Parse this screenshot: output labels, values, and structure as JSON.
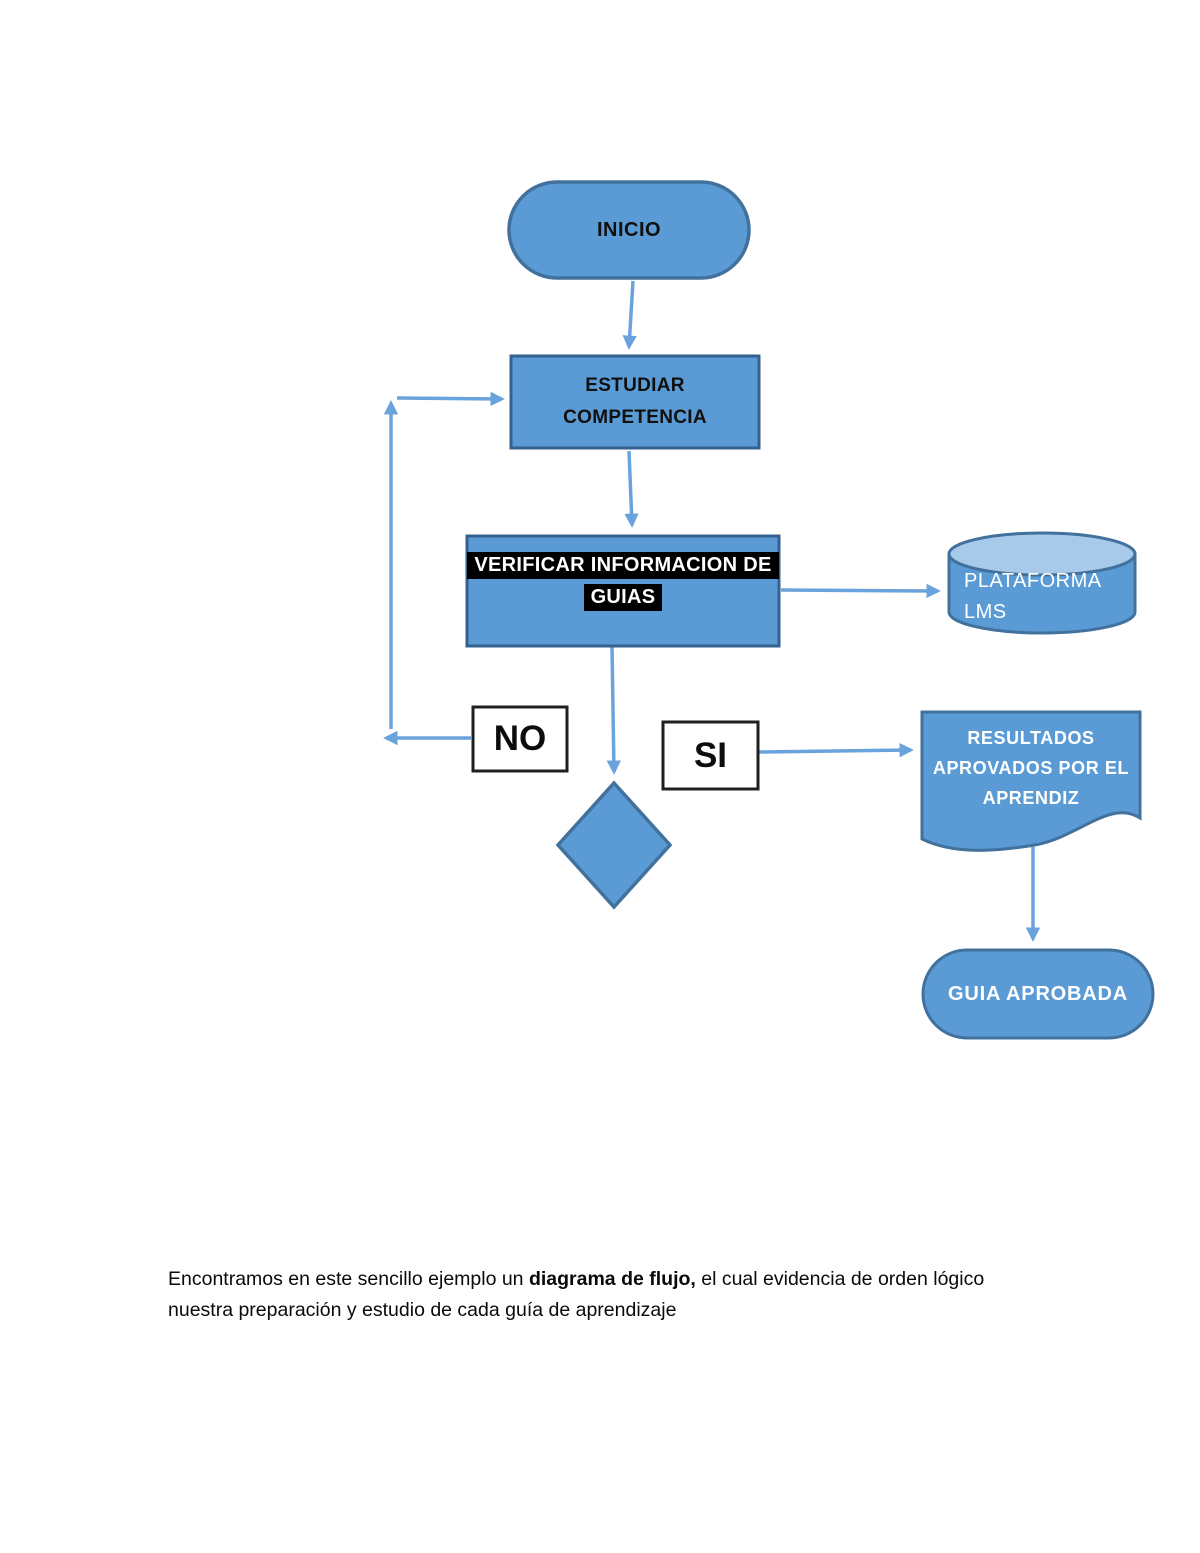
{
  "colors": {
    "node_fill": "#5b9bd5",
    "node_border": "#41719c",
    "cylinder_top_fill": "#a7c9ea",
    "connector": "#6aa3dc",
    "highlight_bg": "#000000",
    "highlight_text": "#ffffff",
    "branch_box_fill": "#ffffff",
    "branch_box_border": "#1f1f1f",
    "page_background": "#ffffff"
  },
  "flowchart": {
    "inicio": {
      "type": "terminator",
      "label": "INICIO"
    },
    "estudiar_competencia": {
      "type": "process",
      "line1": "ESTUDIAR",
      "line2": "COMPETENCIA"
    },
    "verificar_guias": {
      "type": "process",
      "line1": "VERIFICAR INFORMACION DE",
      "line2": "GUIAS"
    },
    "plataforma_lms": {
      "type": "database",
      "line1": "PLATAFORMA",
      "line2": "LMS"
    },
    "decision": {
      "type": "decision",
      "label": ""
    },
    "no_branch": {
      "type": "branch-label",
      "label": "NO"
    },
    "si_branch": {
      "type": "branch-label",
      "label": "SI"
    },
    "resultados": {
      "type": "document",
      "line1": "RESULTADOS",
      "line2": "APROVADOS POR EL",
      "line3": "APRENDIZ"
    },
    "guia_aprobada": {
      "type": "terminator",
      "label": "GUIA APROBADA"
    },
    "connectors": [
      {
        "from": "inicio",
        "to": "estudiar_competencia"
      },
      {
        "from": "estudiar_competencia",
        "to": "verificar_guias"
      },
      {
        "from": "verificar_guias",
        "to": "plataforma_lms"
      },
      {
        "from": "verificar_guias",
        "to": "decision"
      },
      {
        "from": "decision",
        "to": "estudiar_competencia",
        "via": "no_branch"
      },
      {
        "from": "decision",
        "to": "resultados",
        "via": "si_branch"
      },
      {
        "from": "resultados",
        "to": "guia_aprobada"
      }
    ]
  },
  "caption": {
    "line1_text": "Encontramos en este sencillo ejemplo un ",
    "line1_bold": "diagrama de flujo,",
    "line1_rest": " el cual evidencia de orden lógico",
    "line2": "nuestra preparación y estudio de cada guía de aprendizaje"
  }
}
